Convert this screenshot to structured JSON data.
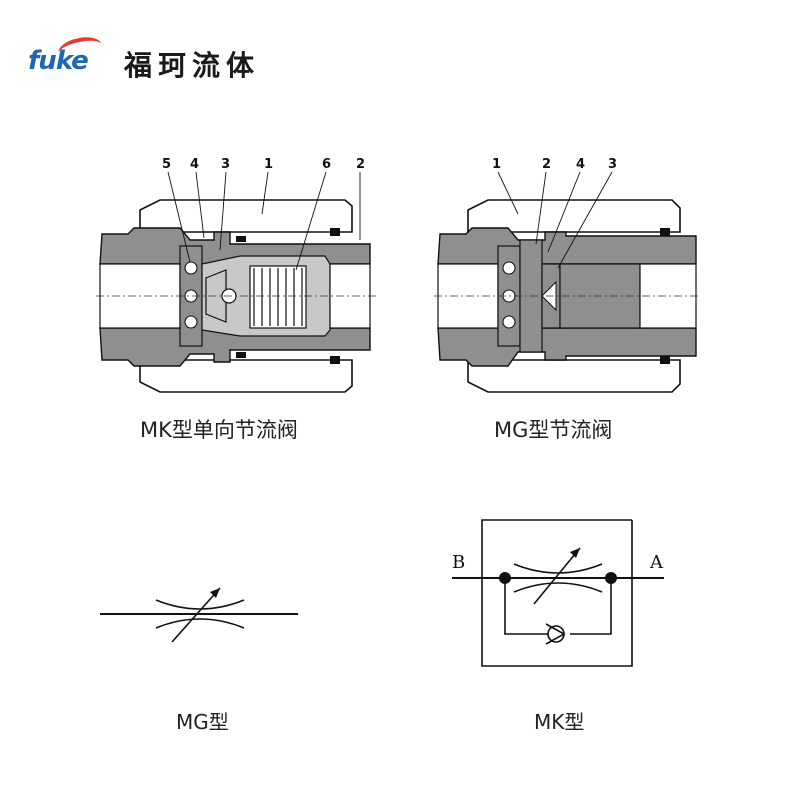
{
  "brand": {
    "logo_text": "fuke",
    "name": "福珂流体"
  },
  "captions": {
    "mk_section": "MK型单向节流阀",
    "mg_section": "MG型节流阀",
    "mg_symbol": "MG型",
    "mk_symbol": "MK型"
  },
  "mk_callouts": [
    "5",
    "4",
    "3",
    "1",
    "6",
    "2"
  ],
  "mg_callouts": [
    "1",
    "2",
    "4",
    "3"
  ],
  "symbol_ports": {
    "left": "B",
    "right": "A"
  },
  "colors": {
    "body_gray": "#8f8f8f",
    "inner_gray": "#c8c8c8",
    "brand_blue": "#1f67b1",
    "brand_red": "#e8372c"
  }
}
